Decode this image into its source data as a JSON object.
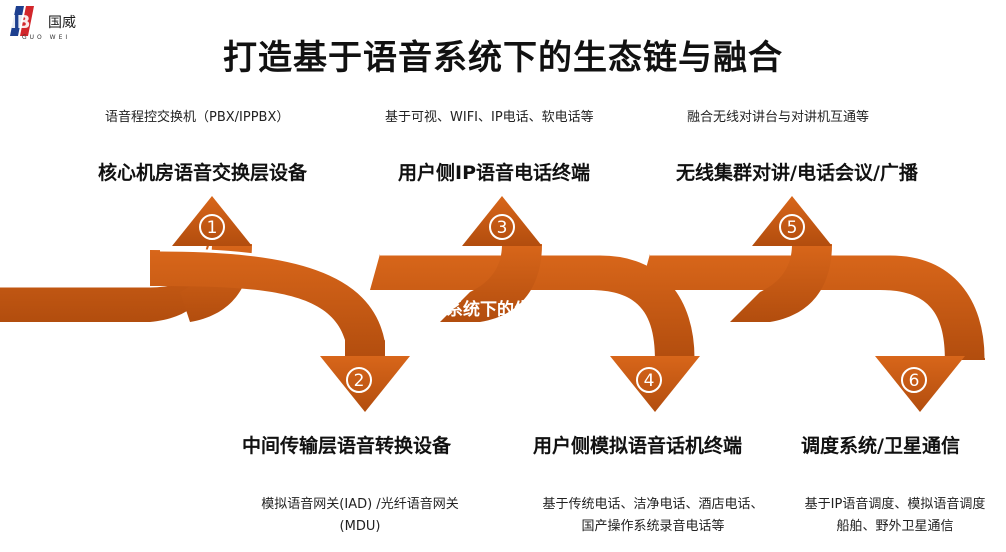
{
  "logo": {
    "mark": "IB",
    "name": "国威",
    "sub": "GUO WEI"
  },
  "title": "打造基于语音系统下的生态链与融合",
  "band_label": "基于语音系统下的生态链融合",
  "colors": {
    "arrow": "#c85a13",
    "arrow_edge": "#8a3a0a",
    "circle": "#ffffff"
  },
  "top_items": [
    {
      "num": "①",
      "desc": "语音程控交换机（PBX/IPPBX）",
      "heading": "核心机房语音交换层设备"
    },
    {
      "num": "③",
      "desc": "基于可视、WIFI、IP电话、软电话等",
      "heading": "用户侧IP语音电话终端"
    },
    {
      "num": "⑤",
      "desc": "融合无线对讲台与对讲机互通等",
      "heading": "无线集群对讲/电话会议/广播"
    }
  ],
  "bottom_items": [
    {
      "num": "②",
      "heading": "中间传输层语音转换设备",
      "desc_lines": [
        "模拟语音网关(IAD) /光纤语音网关",
        "(MDU)"
      ]
    },
    {
      "num": "④",
      "heading": "用户侧模拟语音话机终端",
      "desc_lines": [
        "基于传统电话、洁净电话、酒店电话、",
        "国产操作系统录音电话等"
      ]
    },
    {
      "num": "⑥",
      "heading": "调度系统/卫星通信",
      "desc_lines": [
        "基于IP语音调度、模拟语音调度",
        "船舶、野外卫星通信"
      ]
    }
  ]
}
